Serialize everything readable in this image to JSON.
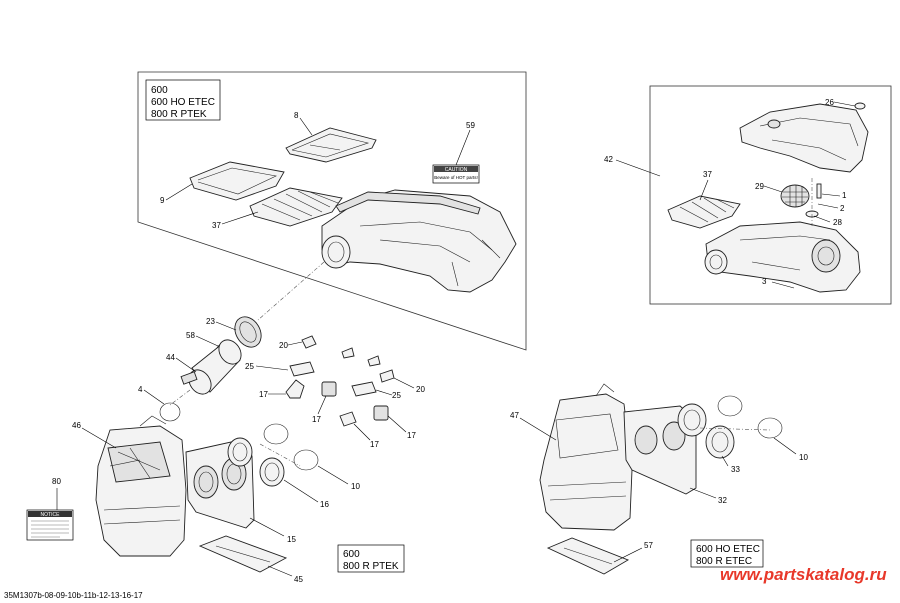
{
  "model_boxes": {
    "top": [
      "600",
      "600 HO ETEC",
      "800 R PTEK"
    ],
    "bottom_left": [
      "600",
      "800 R PTEK"
    ],
    "bottom_right": [
      "600 HO ETEC",
      "800 R ETEC"
    ]
  },
  "callouts": {
    "c8": "8",
    "c59": "59",
    "c9": "9",
    "c37a": "37",
    "c42": "42",
    "c26": "26",
    "c37b": "37",
    "c29": "29",
    "c1": "1",
    "c2": "2",
    "c28": "28",
    "c3": "3",
    "c23": "23",
    "c58": "58",
    "c44": "44",
    "c4": "4",
    "c46": "46",
    "c80": "80",
    "c20a": "20",
    "c25a": "25",
    "c17a": "17",
    "c17b": "17",
    "c20b": "20",
    "c25b": "25",
    "c17c": "17",
    "c17d": "17",
    "c16": "16",
    "c10a": "10",
    "c15": "15",
    "c45": "45",
    "c47": "47",
    "c33": "33",
    "c10b": "10",
    "c32": "32",
    "c57": "57"
  },
  "stickers": {
    "caution_title": "CAUTION",
    "caution_text": "Beware of HOT parts!",
    "notice_title": "NOTICE"
  },
  "footer": {
    "drawing_code": "35M1307b-08-09-10b-11b-12-13-16-17",
    "watermark": "www.partskatalog.ru"
  }
}
